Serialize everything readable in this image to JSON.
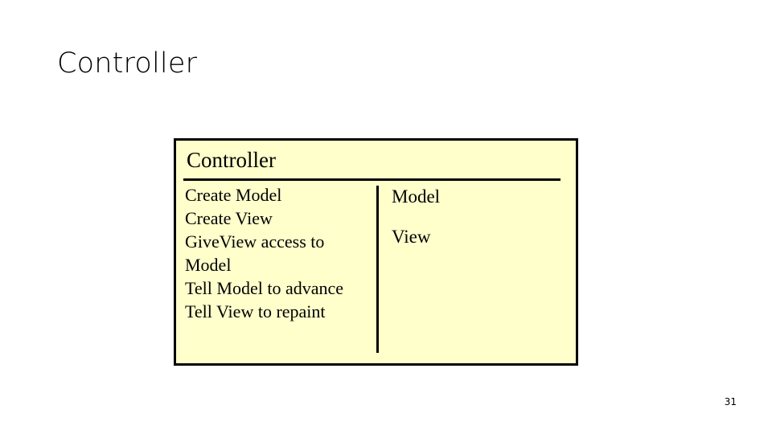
{
  "slide": {
    "title": "Controller",
    "page_number": "31",
    "background_color": "#ffffff"
  },
  "card": {
    "header": "Controller",
    "fill_color": "#ffffcc",
    "border_color": "#000000",
    "responsibilities": [
      "Create Model",
      "Create View",
      "GiveView access to",
      "Model",
      "Tell Model to advance",
      "Tell View to repaint"
    ],
    "collaborators": [
      "Model",
      "View"
    ]
  }
}
